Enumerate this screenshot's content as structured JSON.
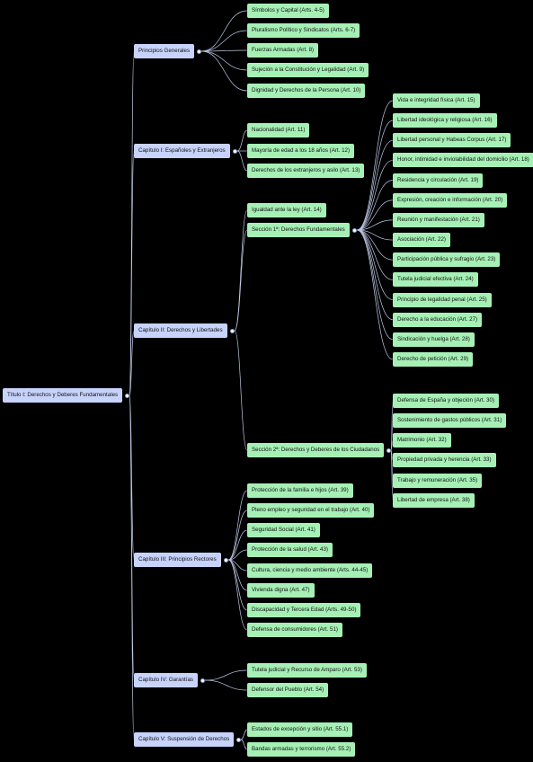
{
  "colors": {
    "root": "#c7d3fb",
    "chapter": "#c7d3fb",
    "leaf": "#a6f0b6",
    "link": "#bfc9e6",
    "background": "#000000"
  },
  "tree": {
    "label": "Título I: Derechos y Deberes Fundamentales",
    "children": [
      {
        "label": "Principios Generales",
        "children": [
          {
            "label": "Símbolos y Capital (Arts. 4-5)"
          },
          {
            "label": "Pluralismo Político y Sindicatos (Arts. 6-7)"
          },
          {
            "label": "Fuerzas Armadas (Art. 8)"
          },
          {
            "label": "Sujeción a la Constitución y Legalidad (Art. 9)"
          },
          {
            "label": "Dignidad y Derechos de la Persona (Art. 10)"
          }
        ]
      },
      {
        "label": "Capítulo I: Españoles y Extranjeros",
        "children": [
          {
            "label": "Nacionalidad (Art. 11)"
          },
          {
            "label": "Mayoría de edad a los 18 años (Art. 12)"
          },
          {
            "label": "Derechos de los extranjeros y asilo (Art. 13)"
          }
        ]
      },
      {
        "label": "Capítulo II: Derechos y Libertades",
        "children": [
          {
            "label": "Igualdad ante la ley (Art. 14)"
          },
          {
            "label": "Sección 1ª: Derechos Fundamentales",
            "children": [
              {
                "label": "Vida e integridad física (Art. 15)"
              },
              {
                "label": "Libertad ideológica y religiosa (Art. 16)"
              },
              {
                "label": "Libertad personal y Habeas Corpus (Art. 17)"
              },
              {
                "label": "Honor, intimidad e inviolabilidad del domicilio (Art. 18)"
              },
              {
                "label": "Residencia y circulación (Art. 19)"
              },
              {
                "label": "Expresión, creación e información (Art. 20)"
              },
              {
                "label": "Reunión y manifestación (Art. 21)"
              },
              {
                "label": "Asociación (Art. 22)"
              },
              {
                "label": "Participación pública y sufragio (Art. 23)"
              },
              {
                "label": "Tutela judicial efectiva (Art. 24)"
              },
              {
                "label": "Principio de legalidad penal (Art. 25)"
              },
              {
                "label": "Derecho a la educación (Art. 27)"
              },
              {
                "label": "Sindicación y huelga (Art. 28)"
              },
              {
                "label": "Derecho de petición (Art. 29)"
              }
            ]
          },
          {
            "label": "Sección 2ª: Derechos y Deberes de los Ciudadanos",
            "children": [
              {
                "label": "Defensa de España y objeción (Art. 30)"
              },
              {
                "label": "Sostenimiento de gastos públicos (Art. 31)"
              },
              {
                "label": "Matrimonio (Art. 32)"
              },
              {
                "label": "Propiedad privada y herencia (Art. 33)"
              },
              {
                "label": "Trabajo y remuneración (Art. 35)"
              },
              {
                "label": "Libertad de empresa (Art. 38)"
              }
            ]
          }
        ]
      },
      {
        "label": "Capítulo III: Principios Rectores",
        "children": [
          {
            "label": "Protección de la familia e hijos (Art. 39)"
          },
          {
            "label": "Pleno empleo y seguridad en el trabajo (Art. 40)"
          },
          {
            "label": "Seguridad Social (Art. 41)"
          },
          {
            "label": "Protección de la salud (Art. 43)"
          },
          {
            "label": "Cultura, ciencia y medio ambiente (Arts. 44-45)"
          },
          {
            "label": "Vivienda digna (Art. 47)"
          },
          {
            "label": "Discapacidad y Tercera Edad (Arts. 49-50)"
          },
          {
            "label": "Defensa de consumidores (Art. 51)"
          }
        ]
      },
      {
        "label": "Capítulo IV: Garantías",
        "children": [
          {
            "label": "Tutela judicial y Recurso de Amparo (Art. 53)"
          },
          {
            "label": "Defensor del Pueblo (Art. 54)"
          }
        ]
      },
      {
        "label": "Capítulo V: Suspensión de Derechos",
        "children": [
          {
            "label": "Estados de excepción y sitio (Art. 55.1)"
          },
          {
            "label": "Bandas armadas y terrorismo (Art. 55.2)"
          }
        ]
      }
    ]
  }
}
